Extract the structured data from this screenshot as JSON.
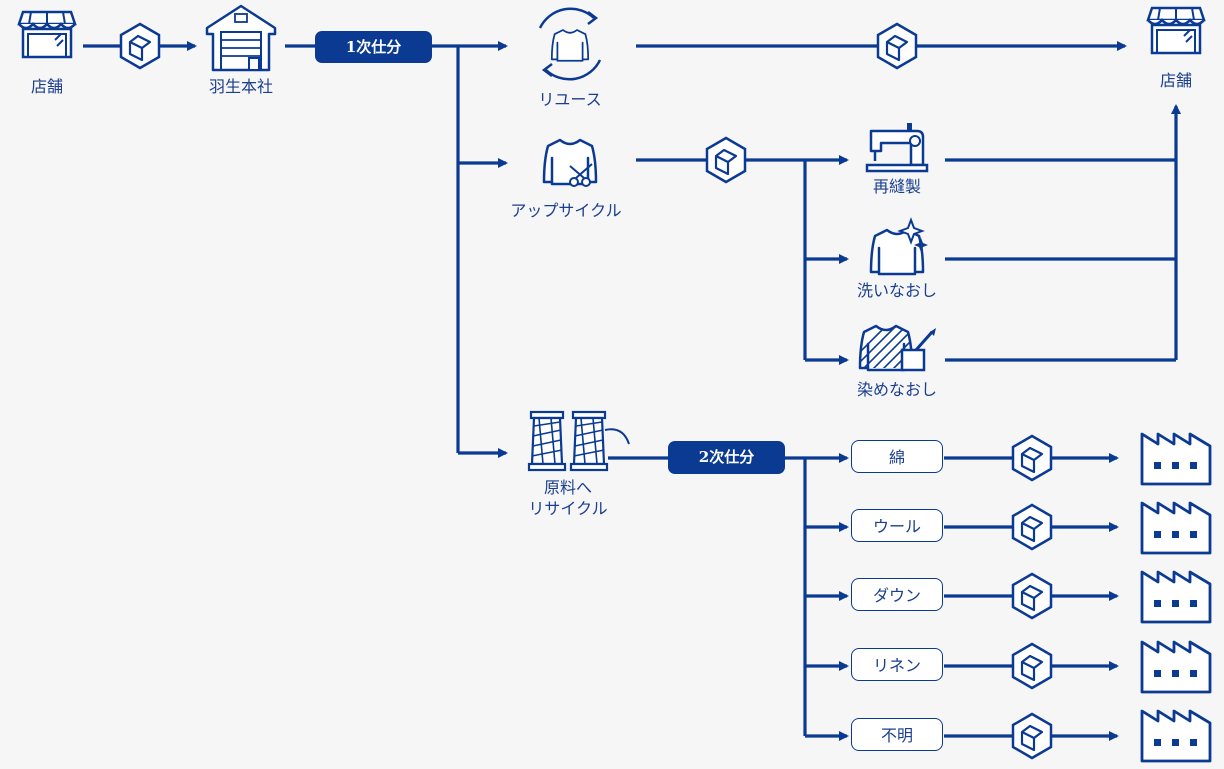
{
  "colors": {
    "primary": "#0b3a93",
    "background": "#f6f6f7"
  },
  "nodes": {
    "store_source": "店舗",
    "hq": "羽生本社",
    "sort1": "1次仕分",
    "reuse": "リユース",
    "store_dest": "店舗",
    "upcycle": "アップサイクル",
    "resew": "再縫製",
    "rewash": "洗いなおし",
    "redye": "染めなおし",
    "raw_line1": "原料へ",
    "raw_line2": "リサイクル",
    "sort2": "2次仕分"
  },
  "materials": [
    "綿",
    "ウール",
    "ダウン",
    "リネン",
    "不明"
  ],
  "icons": {
    "store": "store-icon",
    "warehouse": "warehouse-icon",
    "package": "package-icon",
    "reuse": "recycle-shirt-icon",
    "upcycle": "shirt-scissors-icon",
    "sewing": "sewing-machine-icon",
    "wash": "sparkle-shirt-icon",
    "dye": "dye-shirt-icon",
    "thread": "thread-spools-icon",
    "factory": "factory-icon"
  }
}
